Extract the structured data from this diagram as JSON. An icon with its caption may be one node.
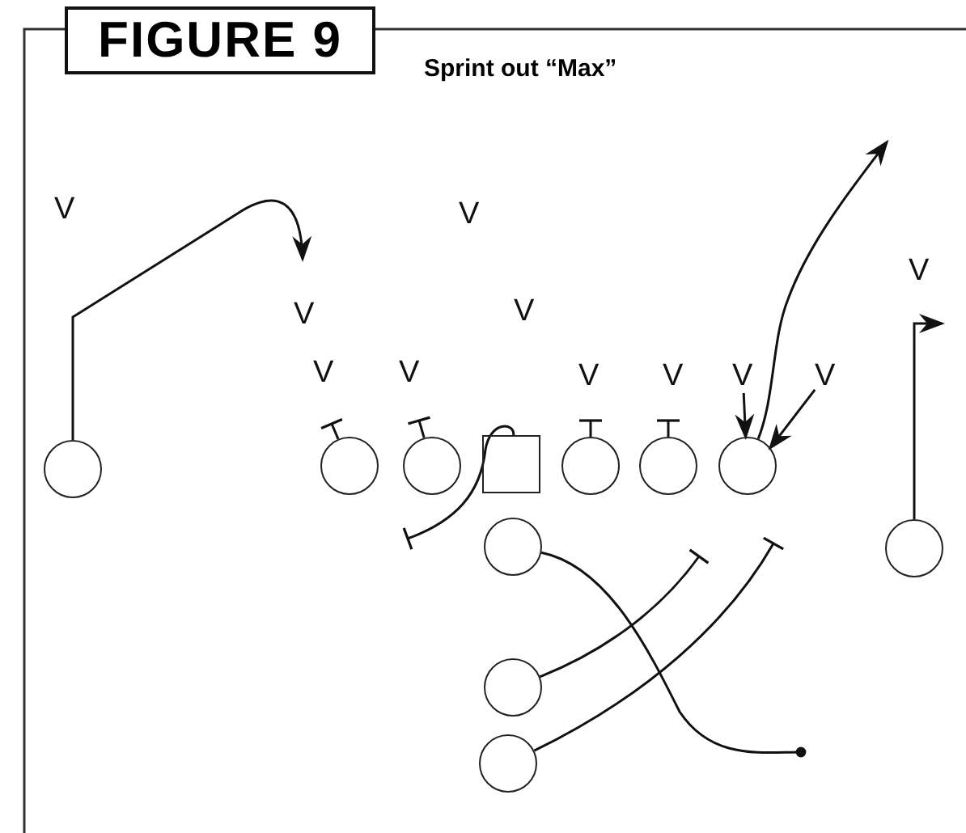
{
  "diagram": {
    "title": "FIGURE 9",
    "caption": "Sprint out “Max”",
    "nodes": [
      {
        "text": [
          "V"
        ]
      },
      {
        "text": [
          "V"
        ]
      },
      {
        "text": [],
        "shape": "circle"
      },
      {
        "text": [],
        "shape": "circle"
      },
      {
        "text": [],
        "shape": "circle"
      },
      {
        "text": [],
        "shape": "box"
      },
      {
        "text": [],
        "shape": "circle"
      },
      {
        "text": [],
        "shape": "circle"
      },
      {
        "text": [],
        "shape": "circle"
      },
      {
        "text": [],
        "shape": "circle"
      },
      {
        "text": [],
        "shape": "circle"
      },
      {
        "text": [],
        "shape": "circle"
      },
      {
        "text": [],
        "shape": "circle"
      }
    ],
    "edges": [
      {
        "from": 0,
        "to": 8,
        "arrow": "to"
      },
      {
        "from": 1,
        "to": 8,
        "arrow": "to"
      },
      {
        "from": 2,
        "to": null,
        "arrow": "to"
      },
      {
        "from": 3,
        "to": null,
        "arrow": "other"
      },
      {
        "from": 4,
        "to": null,
        "arrow": "other"
      },
      {
        "from": 5,
        "to": null,
        "arrow": "other"
      },
      {
        "from": 6,
        "to": null,
        "arrow": "other"
      },
      {
        "from": 7,
        "to": null,
        "arrow": "other"
      },
      {
        "from": 8,
        "to": null,
        "arrow": "to"
      },
      {
        "from": 9,
        "to": null,
        "arrow": "to"
      },
      {
        "from": 10,
        "to": null,
        "arrow": "other"
      },
      {
        "from": 11,
        "to": null,
        "arrow": "other"
      },
      {
        "from": 12,
        "to": null,
        "arrow": "other"
      }
    ],
    "labels": [
      "V",
      "V",
      "V",
      "V",
      "V",
      "V",
      "V",
      "V",
      "V"
    ]
  }
}
